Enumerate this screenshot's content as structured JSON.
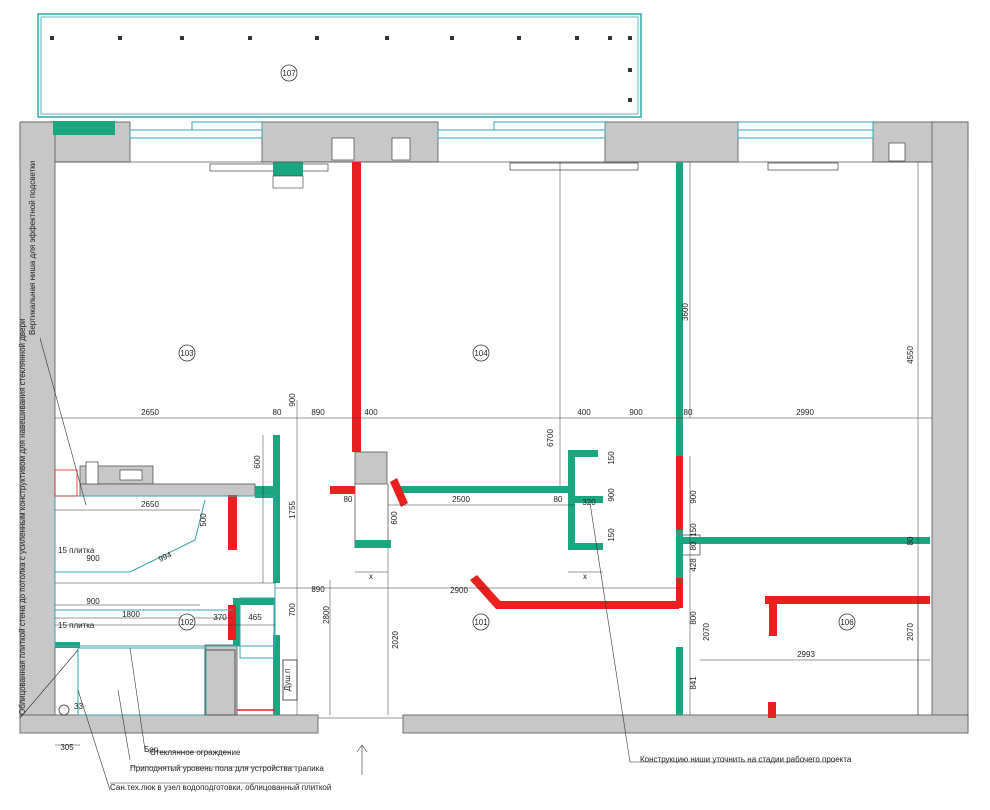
{
  "rooms": [
    "107",
    "103",
    "104",
    "102",
    "101",
    "106"
  ],
  "dims": {
    "d2650": "2650",
    "d80a": "80",
    "d890a": "890",
    "d400a": "400",
    "d400b": "400",
    "d900a": "900",
    "d80b": "80",
    "d2990": "2990",
    "d900v1": "900",
    "d600": "600",
    "d1755": "1755",
    "d2650b": "2650",
    "d500": "500",
    "d80c": "80",
    "d600b": "600",
    "d2500": "2500",
    "d80d": "80",
    "d320": "320",
    "d150a": "150",
    "d900v2": "900",
    "d150b": "150",
    "d15tile1": "15 плитка",
    "d900b": "900",
    "d994": "994",
    "d890b": "890",
    "d2900": "2900",
    "d900c": "900",
    "d1800": "1800",
    "d15tile2": "15 плитка",
    "d370": "370",
    "d465": "465",
    "d700": "700",
    "d2020": "2020",
    "d2800": "2800",
    "d6700": "6700",
    "d3600": "3600",
    "d4550": "4550",
    "d900v3": "900",
    "d150c": "150",
    "d80e": "80",
    "d428": "428",
    "d800": "800",
    "d2070a": "2070",
    "d2070b": "2070",
    "d2993": "2993",
    "d841": "841",
    "d305": "305",
    "x1": "x",
    "x2": "x",
    "d33": "33",
    "d80f": "80"
  },
  "notes": {
    "glass_guard": "Стеклянное ограждение",
    "raised_floor": "Приподнятый уровень пола для устройства трапика",
    "hatch": "Сан.тех.люк в узел водоподготовки, облицованный плиткой",
    "niche": "Конструкцию ниши уточнить на стадии рабочего проекта",
    "vertical_left": "Облицованная плиткой стена до потолка с усиленным конструктивом для навешивания стеклянной двери",
    "vertical_niche": "Вертикальная ниша для эффектной подсветки",
    "dushp": "Душ.п",
    "bor": "Бор"
  },
  "colors": {
    "wall": "#c7c7c7",
    "new_wall": "#1aa680",
    "demolish": "#e8201f",
    "outline": "#333333",
    "cyan": "#33a6b0"
  }
}
